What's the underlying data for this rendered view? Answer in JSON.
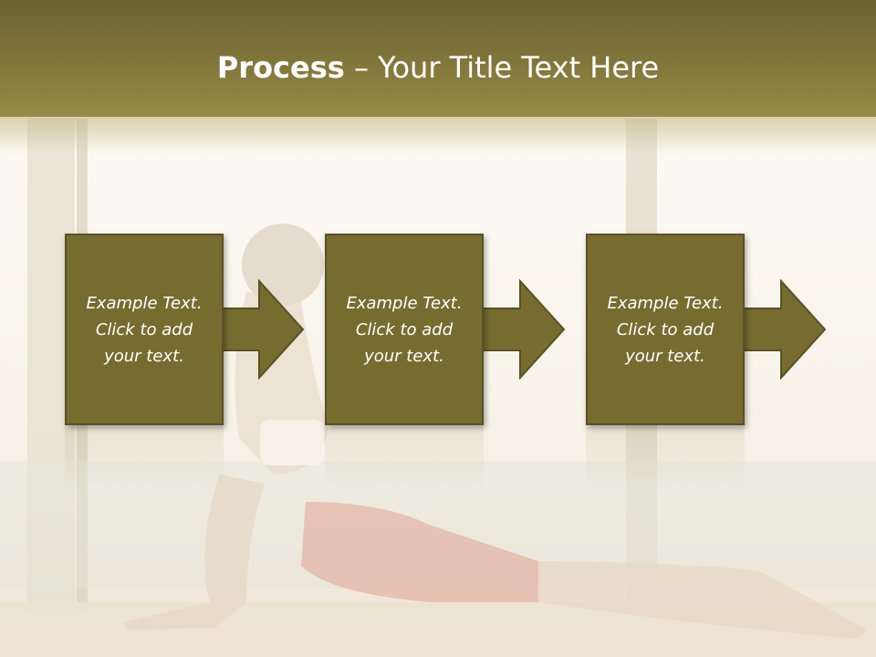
{
  "slide": {
    "title_bold": "Process",
    "title_rest": " – Your Title Text Here",
    "colors": {
      "title_bar": "#7d7238",
      "box_fill": "#766c30",
      "box_border": "#5a5224",
      "text": "#ffffff"
    },
    "steps": [
      {
        "text": "Example Text.\nClick  to add\nyour text."
      },
      {
        "text": "Example Text.\nClick  to add\nyour text."
      },
      {
        "text": "Example Text.\nClick  to add\nyour text."
      }
    ]
  }
}
